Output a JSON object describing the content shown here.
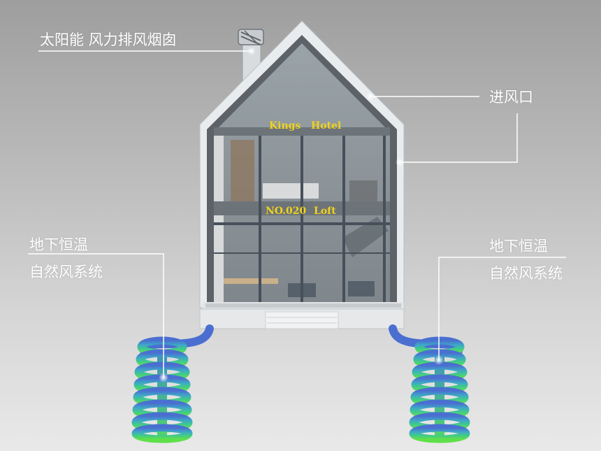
{
  "labels": {
    "chimney": "太阳能 风力排风烟囱",
    "inlet": "进风口",
    "left_line1": "地下恒温",
    "left_line2": "自然风系统",
    "right_line1": "地下恒温",
    "right_line2": "自然风系统"
  },
  "signage": {
    "upper_left": "Kings",
    "upper_right": "Hotel",
    "lower_left": "NO.020",
    "lower_right": "Loft"
  },
  "colors": {
    "label_text": "#ffffff",
    "sign_text": "#f2d21b",
    "coil_top": "#4a6fd0",
    "coil_bottom": "#4fdc4a"
  }
}
